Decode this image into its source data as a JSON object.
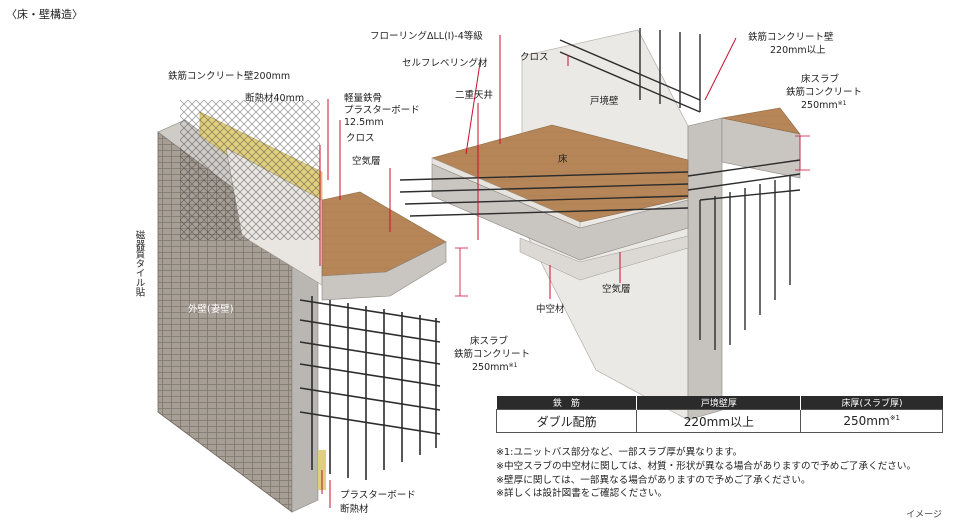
{
  "title": "〈床・壁構造〉",
  "image_label": "イメージ",
  "labels": {
    "flooring": "フローリングΔLL(I)-4等級",
    "self_leveling": "セルフレベリング材",
    "cloth_top": "クロス",
    "rc_wall_220_a": "鉄筋コンクリート壁",
    "rc_wall_220_b": "220mm以上",
    "slab_r_a": "床スラブ",
    "slab_r_b": "鉄筋コンクリート",
    "slab_r_c": "250mm",
    "double_ceiling": "二重天井",
    "party_wall": "戸境壁",
    "floor": "床",
    "rc_wall_200": "鉄筋コンクリート壁200mm",
    "insulation_40": "断熱材40mm",
    "steel_stud_a": "軽量鉄骨",
    "steel_stud_b": "プラスターボード",
    "steel_stud_c": "12.5mm",
    "cloth_left": "クロス",
    "air_layer_left": "空気層",
    "tile": "磁器質タイル貼",
    "exterior_wall": "外壁(妻壁)",
    "air_layer_right": "空気層",
    "hollow": "中空材",
    "slab_c_a": "床スラブ",
    "slab_c_b": "鉄筋コンクリート",
    "slab_c_c": "250mm",
    "plasterboard": "プラスターボード",
    "insulation": "断熱材",
    "note_mark": "※1"
  },
  "table": {
    "headers": [
      "鉄　筋",
      "戸境壁厚",
      "床厚(スラブ厚)"
    ],
    "row": [
      "ダブル配筋",
      "220mm以上",
      "250mm"
    ],
    "row_note": "※1"
  },
  "notes": [
    "※1:ユニットバス部分など、一部スラブ厚が異なります。",
    "※中空スラブの中空材に関しては、材質・形状が異なる場合がありますので予めご了承ください。",
    "※壁厚に関しては、一部異なる場合がありますので予めご了承ください。",
    "※詳しくは設計図書をご確認ください。"
  ],
  "colors": {
    "accent_red": "#c8102e",
    "table_header": "#2b2b2b",
    "wood_floor": "#b98a5e",
    "concrete": "#b7b3ae",
    "tile": "#a59d94",
    "insulation": "#e0cf7e"
  }
}
